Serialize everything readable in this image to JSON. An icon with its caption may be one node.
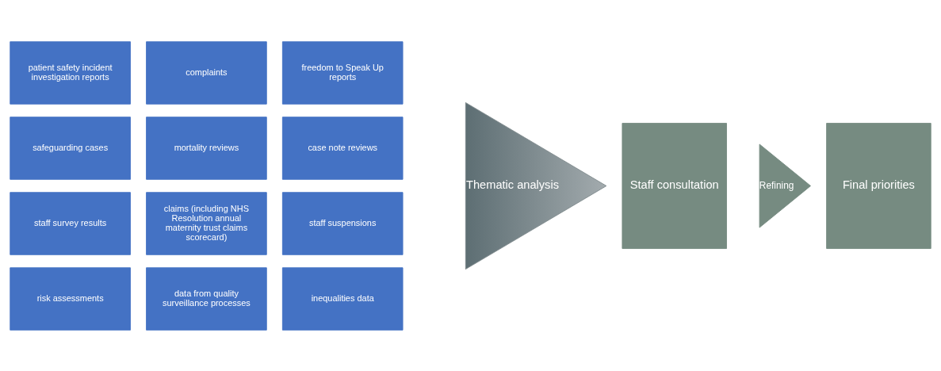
{
  "diagram": {
    "nodes": [
      {
        "text": [
          "patient safety incident investigation reports"
        ]
      },
      {
        "text": [
          "complaints"
        ]
      },
      {
        "text": [
          "freedom to Speak Up reports"
        ]
      },
      {
        "text": [
          "safeguarding cases"
        ]
      },
      {
        "text": [
          "mortality reviews"
        ]
      },
      {
        "text": [
          "case note reviews"
        ]
      },
      {
        "text": [
          "staff survey results"
        ]
      },
      {
        "text": [
          "claims (including NHS Resolution annual maternity trust claims scorecard)"
        ]
      },
      {
        "text": [
          "staff suspensions"
        ]
      },
      {
        "text": [
          "risk assessments"
        ]
      },
      {
        "text": [
          "data from quality surveillance processes"
        ]
      },
      {
        "text": [
          "inequalities data"
        ]
      },
      {
        "text": [
          "Thematic analysis"
        ]
      },
      {
        "text": [
          "Staff consultation"
        ]
      },
      {
        "text": [
          "Refining"
        ]
      },
      {
        "text": [
          "Final priorities"
        ]
      }
    ]
  }
}
